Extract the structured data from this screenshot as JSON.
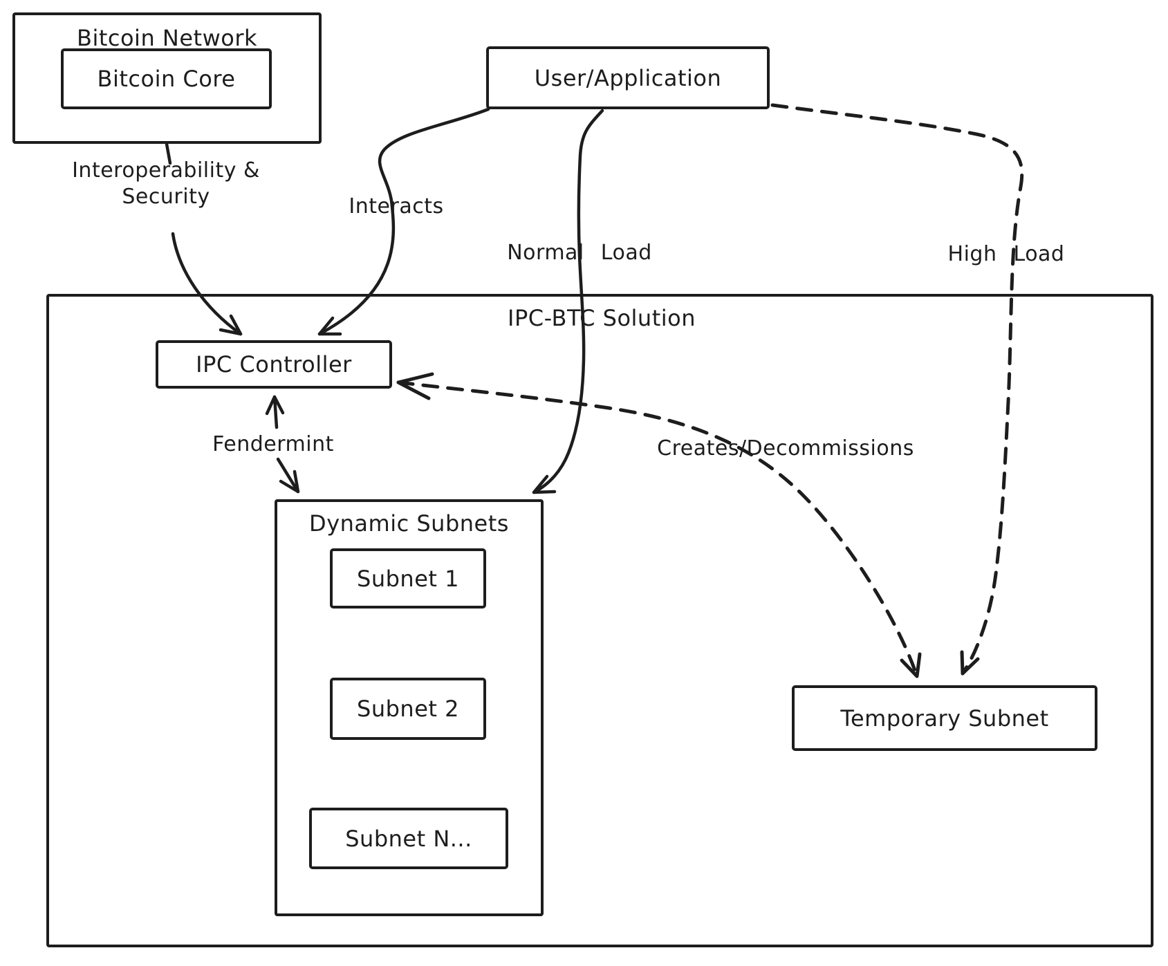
{
  "nodes": {
    "bitcoin_network": {
      "label": "Bitcoin Network"
    },
    "bitcoin_core": {
      "label": "Bitcoin Core"
    },
    "user_application": {
      "label": "User/Application"
    },
    "ipc_btc_solution": {
      "label": "IPC-BTC Solution"
    },
    "ipc_controller": {
      "label": "IPC Controller"
    },
    "dynamic_subnets": {
      "label": "Dynamic Subnets"
    },
    "subnet_1": {
      "label": "Subnet 1"
    },
    "subnet_2": {
      "label": "Subnet 2"
    },
    "subnet_n": {
      "label": "Subnet N..."
    },
    "temporary_subnet": {
      "label": "Temporary Subnet"
    }
  },
  "edges": {
    "interoperability_security": {
      "label": "Interoperability & Security",
      "style": "solid",
      "between": [
        "IPC Controller",
        "Bitcoin Core"
      ],
      "direction": "bidirectional"
    },
    "interacts": {
      "label": "Interacts",
      "style": "solid",
      "between": [
        "User/Application",
        "IPC Controller"
      ],
      "direction": "to IPC Controller"
    },
    "normal_load": {
      "label": "Normal Load",
      "style": "solid",
      "between": [
        "User/Application",
        "Dynamic Subnets"
      ],
      "direction": "to Dynamic Subnets"
    },
    "high_load": {
      "label": "High Load",
      "style": "dashed",
      "between": [
        "User/Application",
        "Temporary Subnet"
      ],
      "direction": "to Temporary Subnet"
    },
    "fendermint": {
      "label": "Fendermint",
      "style": "solid",
      "between": [
        "IPC Controller",
        "Dynamic Subnets"
      ],
      "direction": "bidirectional"
    },
    "creates_decommissions": {
      "label": "Creates/Decommissions",
      "style": "dashed",
      "between": [
        "IPC Controller",
        "Temporary Subnet"
      ],
      "direction": "bidirectional"
    }
  },
  "colors": {
    "ink": "#1d1d1d",
    "background": "#ffffff"
  }
}
